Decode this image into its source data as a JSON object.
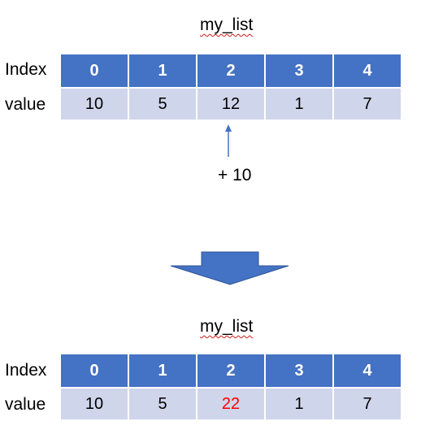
{
  "top": {
    "title": "my_list",
    "index_label": "Index",
    "value_label": "value",
    "indices": [
      "0",
      "1",
      "2",
      "3",
      "4"
    ],
    "values": [
      "10",
      "5",
      "12",
      "1",
      "7"
    ],
    "annotation": "+ 10"
  },
  "bottom": {
    "title": "my_list",
    "index_label": "Index",
    "value_label": "value",
    "indices": [
      "0",
      "1",
      "2",
      "3",
      "4"
    ],
    "values": [
      "10",
      "5",
      "22",
      "1",
      "7"
    ]
  },
  "colors": {
    "header": "#4472c4",
    "cell": "#cfd5ea",
    "highlight": "#ff0000",
    "arrow": "#4472c4"
  }
}
